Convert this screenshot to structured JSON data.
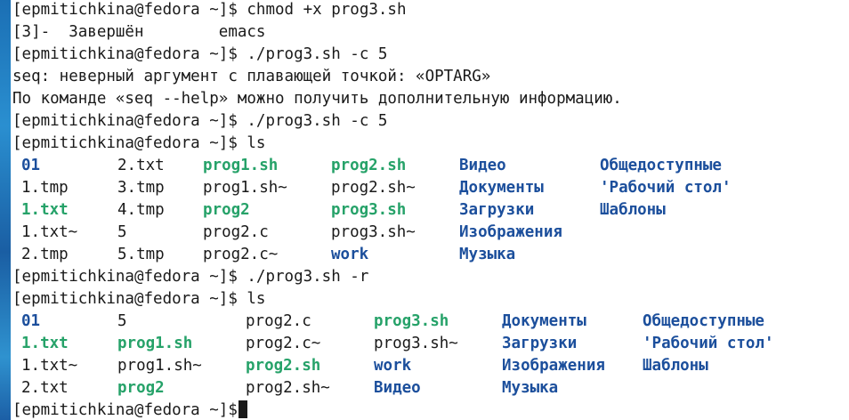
{
  "colors": {
    "text": "#1a1a1a",
    "executable": "#26a269",
    "directory": "#1c4f9c",
    "background": "#ffffff",
    "desktop": "#1d5ea8"
  },
  "lines": [
    "[epmitichkina@fedora ~]$ chmod +x prog3.sh",
    "[3]-  Завершён        emacs",
    "[epmitichkina@fedora ~]$ ./prog3.sh -c 5",
    "seq: неверный аргумент с плавающей точкой: «OPTARG»",
    "По команде «seq --help» можно получить дополнительную информацию.",
    "[epmitichkina@fedora ~]$ ./prog3.sh -c 5",
    "[epmitichkina@fedora ~]$ ls",
    "[epmitichkina@fedora ~]$ ./prog3.sh -r",
    "[epmitichkina@fedora ~]$ ls",
    "[epmitichkina@fedora ~]$"
  ],
  "ls1": [
    [
      {
        "t": "01",
        "k": "dir"
      },
      {
        "t": "2.txt",
        "k": "plain"
      },
      {
        "t": "prog1.sh",
        "k": "exec"
      },
      {
        "t": "prog2.sh",
        "k": "exec"
      },
      {
        "t": "Видео",
        "k": "dir"
      },
      {
        "t": "Общедоступные",
        "k": "dir"
      }
    ],
    [
      {
        "t": "1.tmp",
        "k": "plain"
      },
      {
        "t": "3.tmp",
        "k": "plain"
      },
      {
        "t": "prog1.sh~",
        "k": "plain"
      },
      {
        "t": "prog2.sh~",
        "k": "plain"
      },
      {
        "t": "Документы",
        "k": "dir"
      },
      {
        "t": "'Рабочий стол'",
        "k": "dir"
      }
    ],
    [
      {
        "t": "1.txt",
        "k": "exec"
      },
      {
        "t": "4.tmp",
        "k": "plain"
      },
      {
        "t": "prog2",
        "k": "exec"
      },
      {
        "t": "prog3.sh",
        "k": "exec"
      },
      {
        "t": "Загрузки",
        "k": "dir"
      },
      {
        "t": "Шаблоны",
        "k": "dir"
      }
    ],
    [
      {
        "t": "1.txt~",
        "k": "plain"
      },
      {
        "t": "5",
        "k": "plain"
      },
      {
        "t": "prog2.c",
        "k": "plain"
      },
      {
        "t": "prog3.sh~",
        "k": "plain"
      },
      {
        "t": "Изображения",
        "k": "dir"
      }
    ],
    [
      {
        "t": "2.tmp",
        "k": "plain"
      },
      {
        "t": "5.tmp",
        "k": "plain"
      },
      {
        "t": "prog2.c~",
        "k": "plain"
      },
      {
        "t": "work",
        "k": "dir"
      },
      {
        "t": "Музыка",
        "k": "dir"
      }
    ]
  ],
  "ls2": [
    [
      {
        "t": "01",
        "k": "dir"
      },
      {
        "t": "5",
        "k": "plain"
      },
      {
        "t": "prog2.c",
        "k": "plain"
      },
      {
        "t": "prog3.sh",
        "k": "exec"
      },
      {
        "t": "Документы",
        "k": "dir"
      },
      {
        "t": "Общедоступные",
        "k": "dir"
      }
    ],
    [
      {
        "t": "1.txt",
        "k": "exec"
      },
      {
        "t": "prog1.sh",
        "k": "exec"
      },
      {
        "t": "prog2.c~",
        "k": "plain"
      },
      {
        "t": "prog3.sh~",
        "k": "plain"
      },
      {
        "t": "Загрузки",
        "k": "dir"
      },
      {
        "t": "'Рабочий стол'",
        "k": "dir"
      }
    ],
    [
      {
        "t": "1.txt~",
        "k": "plain"
      },
      {
        "t": "prog1.sh~",
        "k": "plain"
      },
      {
        "t": "prog2.sh",
        "k": "exec"
      },
      {
        "t": "work",
        "k": "dir"
      },
      {
        "t": "Изображения",
        "k": "dir"
      },
      {
        "t": "Шаблоны",
        "k": "dir"
      }
    ],
    [
      {
        "t": "2.txt",
        "k": "plain"
      },
      {
        "t": "prog2",
        "k": "exec"
      },
      {
        "t": "prog2.sh~",
        "k": "plain"
      },
      {
        "t": "Видео",
        "k": "dir"
      },
      {
        "t": "Музыка",
        "k": "dir"
      }
    ]
  ]
}
